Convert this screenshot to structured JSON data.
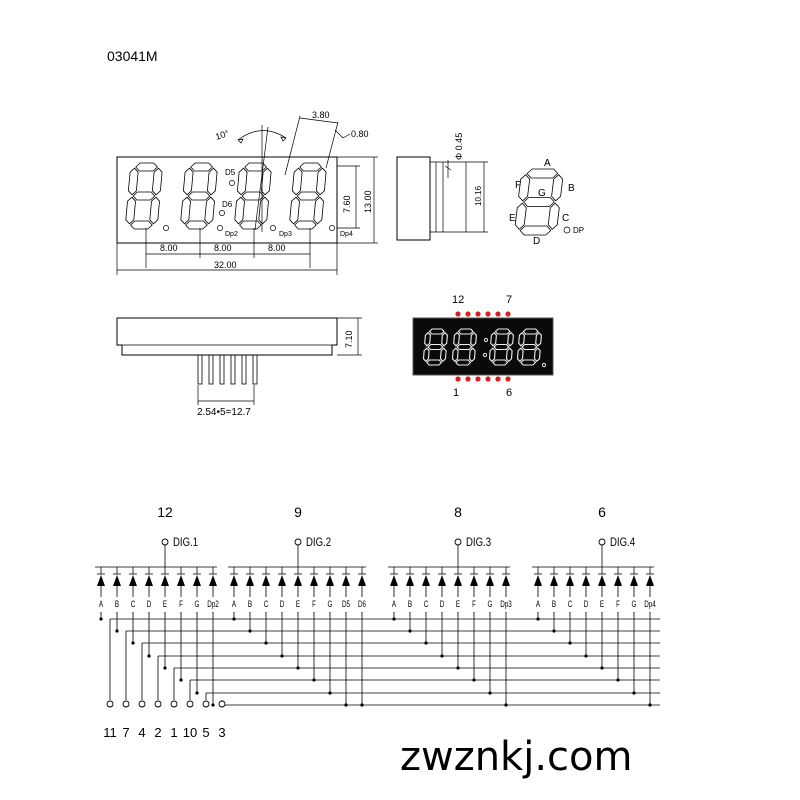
{
  "part_number": "03041M",
  "watermark": "zwznkj.com",
  "front_view": {
    "dim_digit_width": "3.80",
    "dim_segment": "0.80",
    "dim_angle": "10°",
    "dim_digit_height": "7.60",
    "dim_body_height": "13.00",
    "dim_pitch": "8.00",
    "dim_total_width": "32.00",
    "colon_labels": [
      "D5",
      "D6"
    ],
    "dp_labels": [
      "Dp2",
      "Dp3",
      "Dp4"
    ]
  },
  "side_view": {
    "dim_pin_diameter": "Φ 0.45",
    "dim_pin_length": "10.16"
  },
  "segment_map": {
    "labels": [
      "A",
      "B",
      "C",
      "D",
      "E",
      "F",
      "G",
      "DP"
    ]
  },
  "bottom_view": {
    "dim_height": "7.10",
    "dim_pin_pitch": "2.54•5=12.7"
  },
  "photo": {
    "top_labels": [
      "12",
      "7"
    ],
    "bottom_labels": [
      "1",
      "6"
    ],
    "led_color": "#d82020"
  },
  "schematic": {
    "digits": [
      {
        "pin": "12",
        "name": "DIG.1",
        "segments": [
          "A",
          "B",
          "C",
          "D",
          "E",
          "F",
          "G",
          "Dp2"
        ]
      },
      {
        "pin": "9",
        "name": "DIG.2",
        "segments": [
          "A",
          "B",
          "C",
          "D",
          "E",
          "F",
          "G",
          "D5",
          "D6"
        ]
      },
      {
        "pin": "8",
        "name": "DIG.3",
        "segments": [
          "A",
          "B",
          "C",
          "D",
          "E",
          "F",
          "G",
          "Dp3"
        ]
      },
      {
        "pin": "6",
        "name": "DIG.4",
        "segments": [
          "A",
          "B",
          "C",
          "D",
          "E",
          "F",
          "G",
          "Dp4"
        ]
      }
    ],
    "segment_pins": [
      "11",
      "7",
      "4",
      "2",
      "1",
      "10",
      "5",
      "3"
    ]
  }
}
